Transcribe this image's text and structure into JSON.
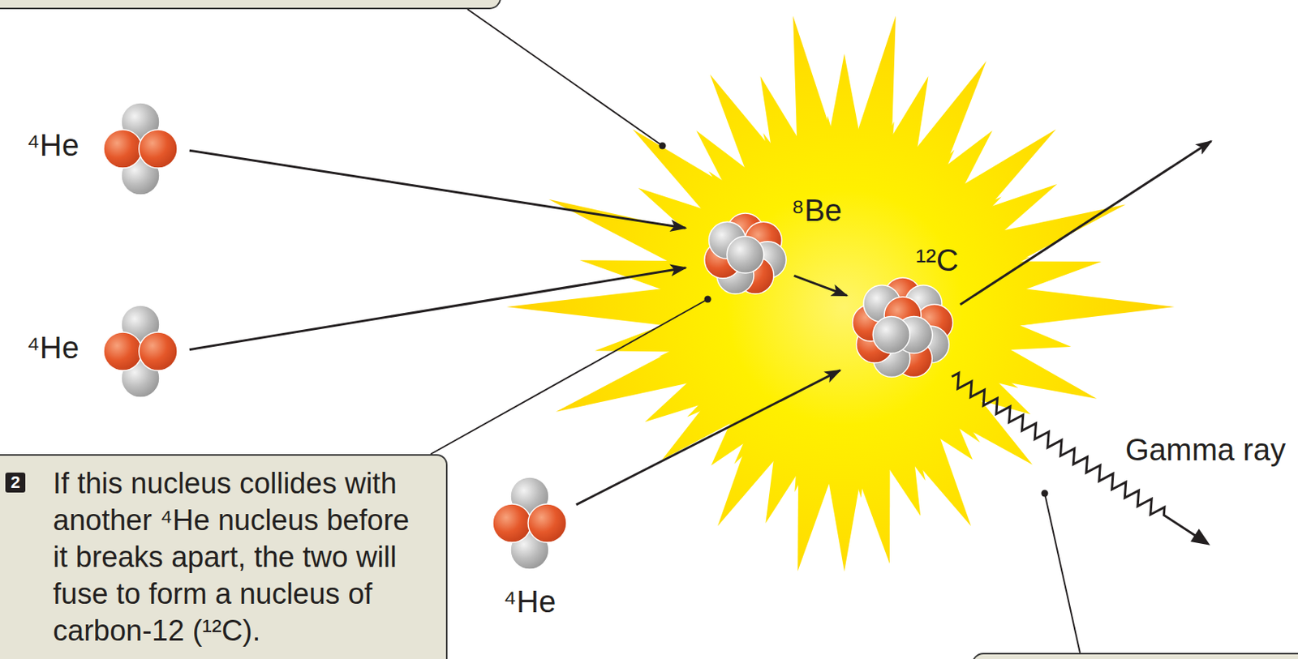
{
  "diagram": {
    "nodes": [
      {
        "text": [
          "⁴He"
        ]
      },
      {
        "text": [
          "⁴He"
        ]
      },
      {
        "text": [
          "⁸Be"
        ]
      },
      {
        "text": [
          "¹²C"
        ]
      },
      {
        "text": [
          "⁴He"
        ]
      },
      {
        "text": [
          "2",
          "If this nucleus collides with another ⁴He nucleus before it breaks apart, the two will fuse to form a nucleus of carbon-12 (¹²C)."
        ]
      }
    ],
    "edges": [
      {
        "from": 0,
        "to": 2,
        "arrow": "to"
      },
      {
        "from": 1,
        "to": 2,
        "arrow": "to"
      },
      {
        "from": 2,
        "to": 3,
        "arrow": "to"
      },
      {
        "from": 4,
        "to": 3,
        "arrow": "to"
      }
    ],
    "labels": [
      "Gamma ray"
    ]
  }
}
